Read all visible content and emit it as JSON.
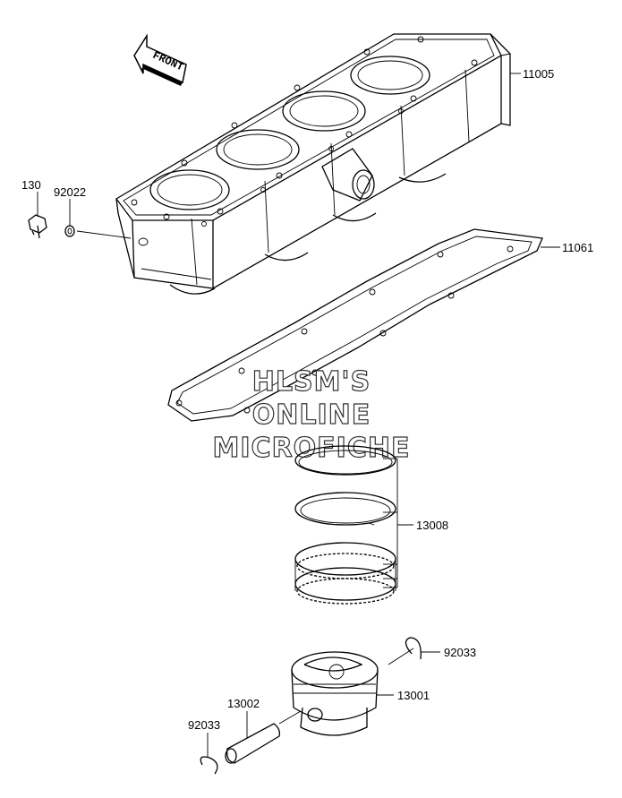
{
  "front_label": "FRONT",
  "watermark": [
    "HLSM'S",
    "ONLINE",
    "MICROFICHE"
  ],
  "parts": {
    "cylinder": "11005",
    "cylinder_gasket": "11061",
    "bolt": "130",
    "washer": "92022",
    "piston_ring_set": "13008",
    "piston": "13001",
    "circlip_top": "92033",
    "piston_pin": "13002",
    "circlip_bottom": "92033"
  }
}
